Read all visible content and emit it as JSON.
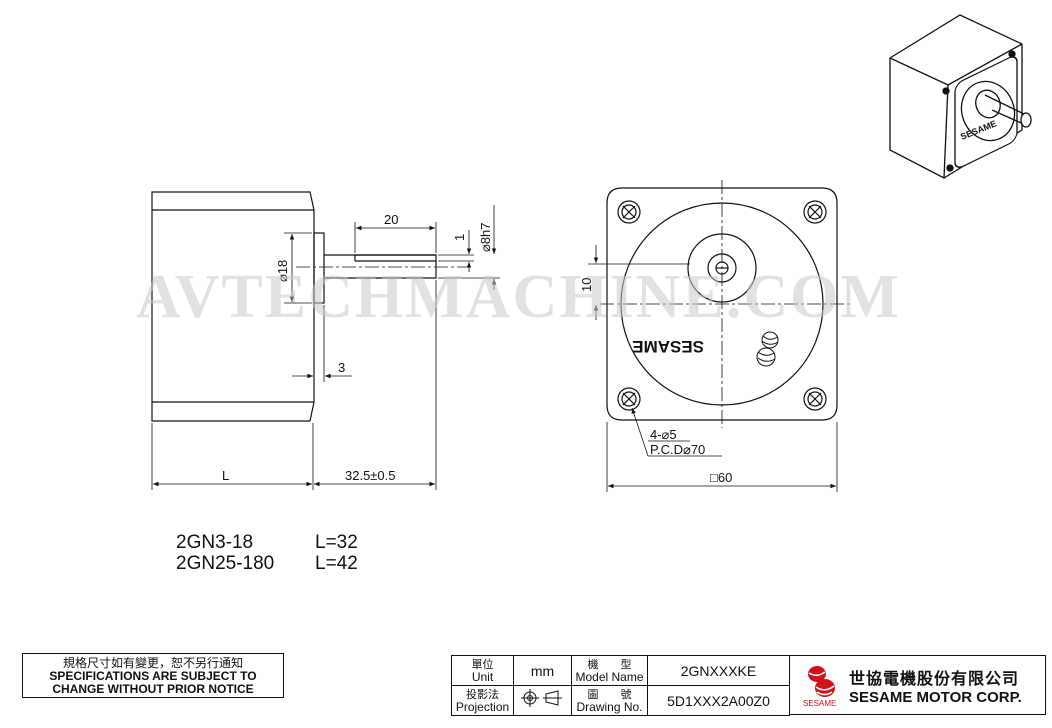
{
  "watermark": "AVTECHMACHINE.COM",
  "side_view": {
    "dim_shaft_length": "20",
    "dim_key_depth": "1",
    "dim_shaft_dia": "⌀8h7",
    "dim_boss_dia": "⌀18",
    "dim_boss_height": "3",
    "dim_body_length": "L",
    "dim_shaft_total": "32.5±0.5"
  },
  "front_view": {
    "logo_text": "SESAME",
    "dim_key_height": "10",
    "dim_holes": "4-⌀5",
    "dim_pcd": "P.C.D⌀70",
    "dim_square": "□60"
  },
  "models": [
    {
      "name": "2GN3-18",
      "length": "L=32"
    },
    {
      "name": "2GN25-180",
      "length": "L=42"
    }
  ],
  "notice": {
    "zh": "規格尺寸如有變更，恕不另行通知",
    "en_line1": "SPECIFICATIONS ARE SUBJECT TO",
    "en_line2": "CHANGE WITHOUT PRIOR NOTICE"
  },
  "title_block": {
    "unit_label_zh": "單位",
    "unit_label_en": "Unit",
    "unit_value": "mm",
    "model_label_zh": "機　　型",
    "model_label_en": "Model Name",
    "model_value": "2GNXXXKE",
    "projection_label_zh": "投影法",
    "projection_label_en": "Projection",
    "drawing_label_zh": "圖　　號",
    "drawing_label_en": "Drawing No.",
    "drawing_value": "5D1XXX2A00Z0"
  },
  "company": {
    "name_zh": "世協電機股份有限公司",
    "name_en": "SESAME MOTOR CORP.",
    "brand": "SESAME",
    "brand_color": "#d2121b"
  }
}
